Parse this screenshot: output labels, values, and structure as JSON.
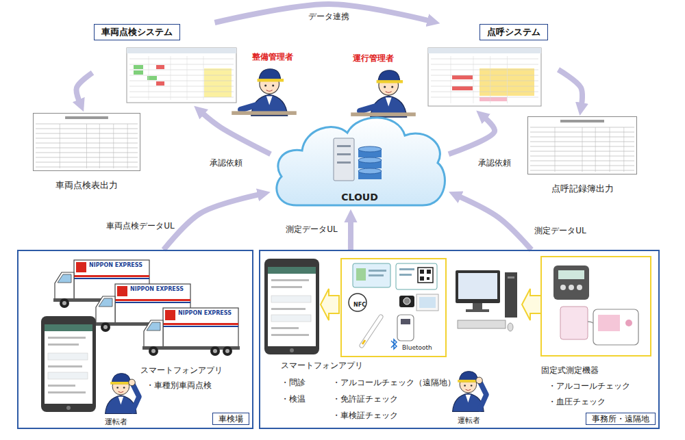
{
  "diagram": {
    "nodes": [
      {
        "text": [
          "車両点検システム"
        ]
      },
      {
        "text": [
          "点呼システム"
        ]
      },
      {
        "text": [
          "CLOUD"
        ]
      },
      {
        "text": [
          "車両点検表出力"
        ]
      },
      {
        "text": [
          "点呼記録簿出力"
        ]
      },
      {
        "text": [
          "車検場"
        ]
      },
      {
        "text": [
          "事務所・遠隔地"
        ]
      },
      {
        "text": [
          "NFC",
          "Bluetooth"
        ],
        "in": 6
      }
    ],
    "edges": [
      {
        "from": 0,
        "to": 1,
        "arrow": "to",
        "label": "データ連携"
      },
      {
        "from": 2,
        "to": 0,
        "arrow": "to",
        "label": "承認依頼"
      },
      {
        "from": 2,
        "to": 1,
        "arrow": "to",
        "label": "承認依頼"
      },
      {
        "from": 0,
        "to": 3,
        "arrow": "to"
      },
      {
        "from": 1,
        "to": 4,
        "arrow": "to"
      },
      {
        "from": 5,
        "to": 2,
        "arrow": "to",
        "label": "車両点検データUL"
      },
      {
        "from": 6,
        "to": 2,
        "arrow": "to",
        "label": "測定データUL"
      },
      {
        "from": 6,
        "to": 2,
        "arrow": "to",
        "label": "測定データUL"
      }
    ],
    "labels": [
      "整備管理者",
      "運行管理者",
      "NIPPON EXPRESS",
      "NIPPON EXPRESS",
      "NIPPON EXPRESS",
      "スマートフォンアプリ",
      "・車種別車両点検",
      "運転者",
      "スマートフォンアプリ",
      "・問診",
      "・アルコールチェック（遠隔地）",
      "・検温",
      "・免許証チェック",
      "・車検証チェック",
      "固定式測定機器",
      "・アルコールチェック",
      "・血圧チェック",
      "運転者"
    ]
  }
}
